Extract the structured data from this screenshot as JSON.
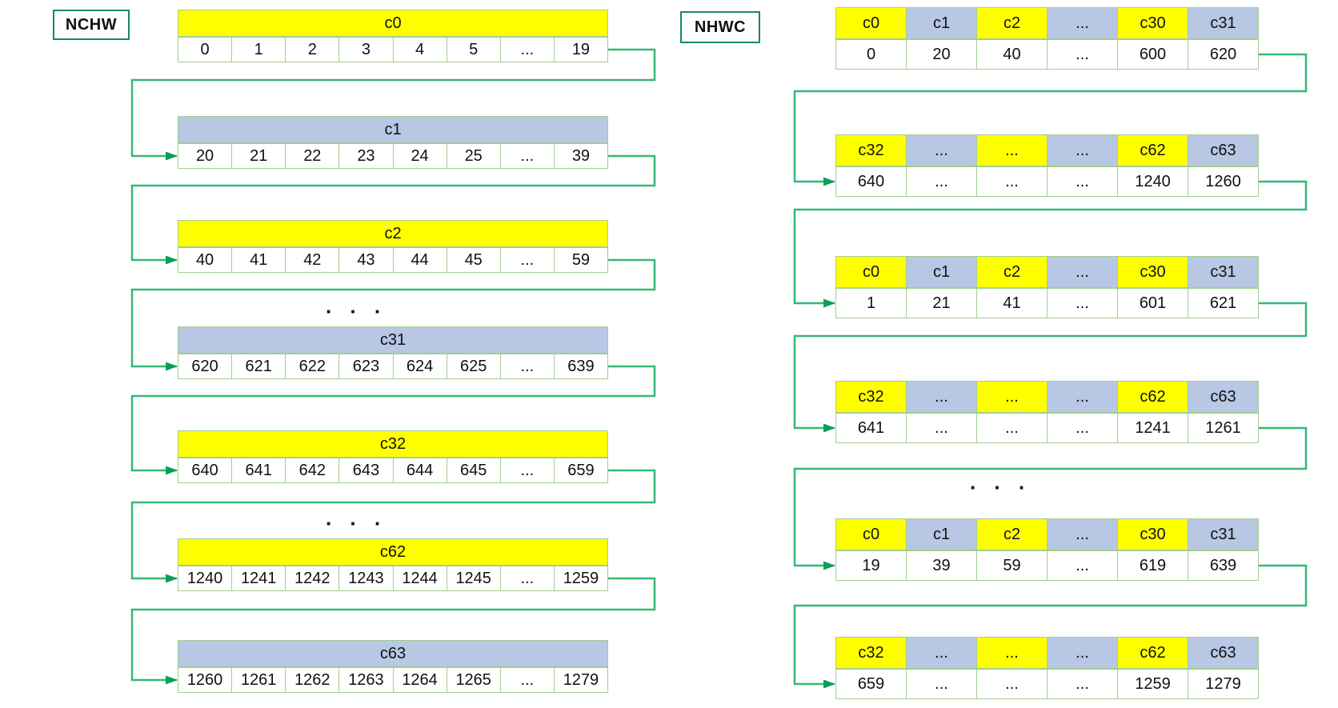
{
  "colors": {
    "yellow": "#ffff00",
    "blue": "#b7c7e4",
    "grid_border": "#a4cd92",
    "connector": "#35b877",
    "arrowhead": "#0b9e58",
    "label_border": "#17876a"
  },
  "separators": {
    "dots": ". . ."
  },
  "left": {
    "label": "NCHW",
    "tables": [
      {
        "header": "c0",
        "header_color": "yellow",
        "cells": [
          "0",
          "1",
          "2",
          "3",
          "4",
          "5",
          "...",
          "19"
        ]
      },
      {
        "header": "c1",
        "header_color": "blue",
        "cells": [
          "20",
          "21",
          "22",
          "23",
          "24",
          "25",
          "...",
          "39"
        ]
      },
      {
        "header": "c2",
        "header_color": "yellow",
        "cells": [
          "40",
          "41",
          "42",
          "43",
          "44",
          "45",
          "...",
          "59"
        ]
      },
      {
        "header": "c31",
        "header_color": "blue",
        "cells": [
          "620",
          "621",
          "622",
          "623",
          "624",
          "625",
          "...",
          "639"
        ]
      },
      {
        "header": "c32",
        "header_color": "yellow",
        "cells": [
          "640",
          "641",
          "642",
          "643",
          "644",
          "645",
          "...",
          "659"
        ]
      },
      {
        "header": "c62",
        "header_color": "yellow",
        "cells": [
          "1240",
          "1241",
          "1242",
          "1243",
          "1244",
          "1245",
          "...",
          "1259"
        ]
      },
      {
        "header": "c63",
        "header_color": "blue",
        "cells": [
          "1260",
          "1261",
          "1262",
          "1263",
          "1264",
          "1265",
          "...",
          "1279"
        ]
      }
    ]
  },
  "right": {
    "label": "NHWC",
    "tables": [
      {
        "headers": [
          "c0",
          "c1",
          "c2",
          "...",
          "c30",
          "c31"
        ],
        "header_colors": [
          "yellow",
          "blue",
          "yellow",
          "blue",
          "yellow",
          "blue"
        ],
        "cells": [
          "0",
          "20",
          "40",
          "...",
          "600",
          "620"
        ]
      },
      {
        "headers": [
          "c32",
          "...",
          "...",
          "...",
          "c62",
          "c63"
        ],
        "header_colors": [
          "yellow",
          "blue",
          "yellow",
          "blue",
          "yellow",
          "blue"
        ],
        "cells": [
          "640",
          "...",
          "...",
          "...",
          "1240",
          "1260"
        ]
      },
      {
        "headers": [
          "c0",
          "c1",
          "c2",
          "...",
          "c30",
          "c31"
        ],
        "header_colors": [
          "yellow",
          "blue",
          "yellow",
          "blue",
          "yellow",
          "blue"
        ],
        "cells": [
          "1",
          "21",
          "41",
          "...",
          "601",
          "621"
        ]
      },
      {
        "headers": [
          "c32",
          "...",
          "...",
          "...",
          "c62",
          "c63"
        ],
        "header_colors": [
          "yellow",
          "blue",
          "yellow",
          "blue",
          "yellow",
          "blue"
        ],
        "cells": [
          "641",
          "...",
          "...",
          "...",
          "1241",
          "1261"
        ]
      },
      {
        "headers": [
          "c0",
          "c1",
          "c2",
          "...",
          "c30",
          "c31"
        ],
        "header_colors": [
          "yellow",
          "blue",
          "yellow",
          "blue",
          "yellow",
          "blue"
        ],
        "cells": [
          "19",
          "39",
          "59",
          "...",
          "619",
          "639"
        ]
      },
      {
        "headers": [
          "c32",
          "...",
          "...",
          "...",
          "c62",
          "c63"
        ],
        "header_colors": [
          "yellow",
          "blue",
          "yellow",
          "blue",
          "yellow",
          "blue"
        ],
        "cells": [
          "659",
          "...",
          "...",
          "...",
          "1259",
          "1279"
        ]
      }
    ]
  }
}
